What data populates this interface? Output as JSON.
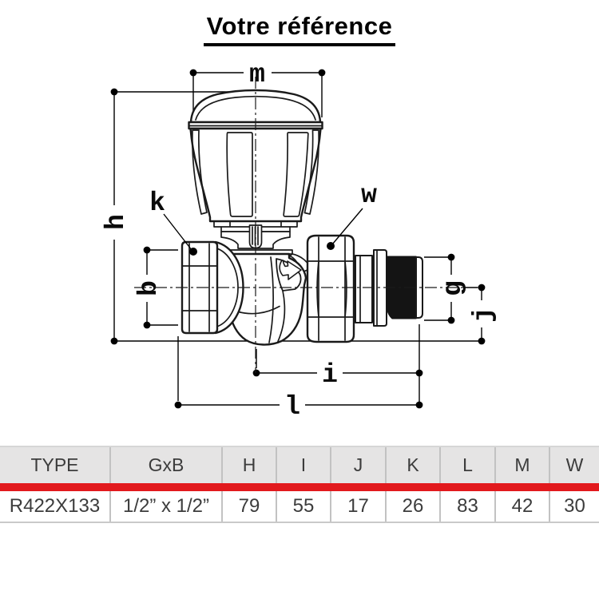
{
  "title": "Votre référence",
  "diagram": {
    "labels": {
      "m": "m",
      "h": "h",
      "k": "k",
      "w": "w",
      "b": "b",
      "g": "g",
      "j": "j",
      "i": "i",
      "l": "l"
    }
  },
  "table": {
    "headers": [
      "TYPE",
      "GxB",
      "H",
      "I",
      "J",
      "K",
      "L",
      "M",
      "W"
    ],
    "row": [
      "R422X133",
      "1/2” x 1/2”",
      "79",
      "55",
      "17",
      "26",
      "83",
      "42",
      "30"
    ]
  },
  "colors": {
    "accent_red": "#e2191d",
    "header_bg": "#e5e4e4",
    "line": "#1a1a1a"
  }
}
